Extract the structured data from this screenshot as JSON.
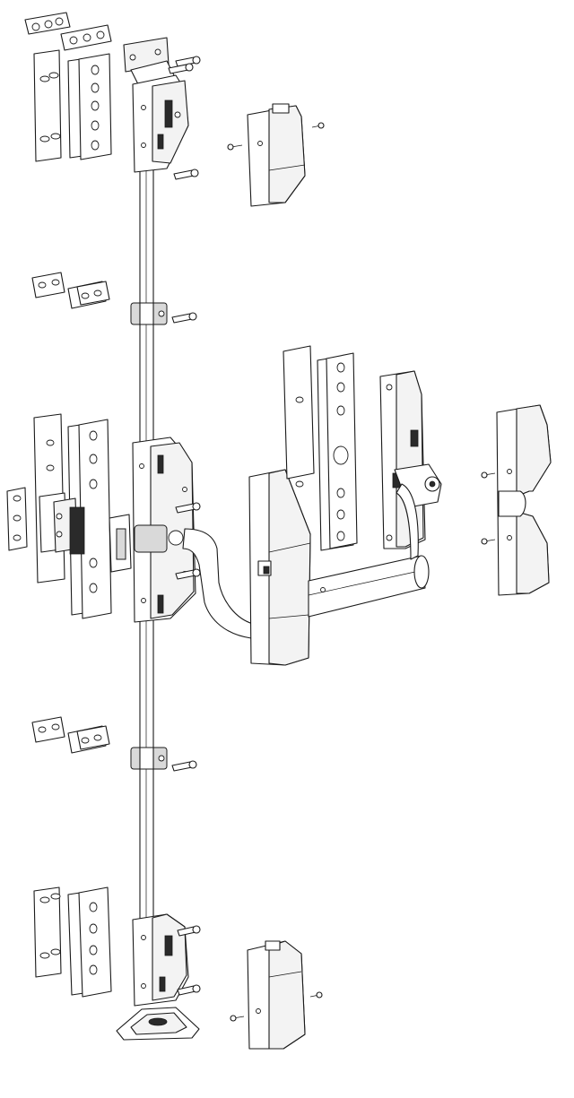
{
  "colors": {
    "line": "#1a1a1a",
    "fill": "#ffffff",
    "shade": "#d9d9d9"
  },
  "components": [
    "top-strike-plates",
    "top-latch-unit",
    "top-end-cover",
    "upper-rod-guide",
    "upper-rod-guide-plates",
    "center-mounting-plates",
    "center-lock-case",
    "push-bar",
    "end-cap",
    "lower-rod-guide",
    "lower-rod-guide-plates",
    "bottom-strike-plates",
    "bottom-latch-unit",
    "bottom-end-cover",
    "floor-strike"
  ]
}
